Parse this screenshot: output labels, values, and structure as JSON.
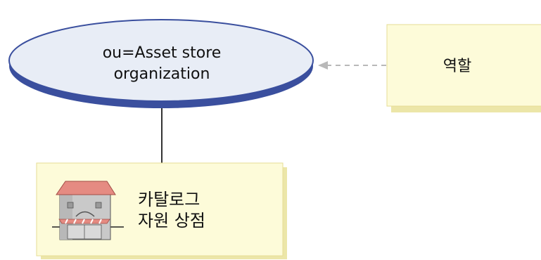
{
  "org_node": {
    "label_line1": "ou=Asset store",
    "label_line2": "organization"
  },
  "role_node": {
    "label": "역할"
  },
  "store_node": {
    "label_line1": "카탈로그",
    "label_line2": "자원 상점",
    "icon": "store-building-icon"
  },
  "colors": {
    "ellipse_fill": "#e8edf6",
    "ellipse_edge": "#3a4f9e",
    "note_fill": "#fdfbd9",
    "note_shadow": "#ece6a8",
    "dashed_arrow": "#b9b9b9",
    "connector": "#000000"
  }
}
